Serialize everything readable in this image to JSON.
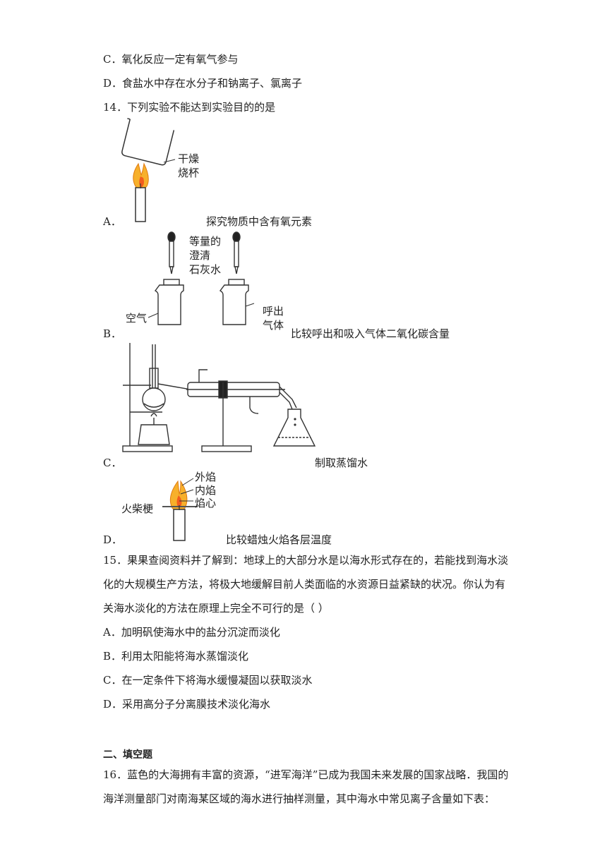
{
  "q13": {
    "option_c": "C．氧化反应一定有氧气参与",
    "option_d": "D．食盐水中存在水分子和钠离子、氯离子"
  },
  "q14": {
    "stem": "14．下列实验不能达到实验目的的是",
    "a": {
      "letter": "A．",
      "caption": "探究物质中含有氧元素",
      "label_line1": "干燥",
      "label_line2": "烧杯"
    },
    "b": {
      "letter": "B．",
      "caption": "比较呼出和吸入气体二氧化碳含量",
      "label_top1": "等量的",
      "label_top2": "澄清",
      "label_top3": "石灰水",
      "label_air": "空气",
      "label_exhale1": "呼出",
      "label_exhale2": "气体"
    },
    "c": {
      "letter": "C．",
      "caption": "制取蒸馏水"
    },
    "d": {
      "letter": "D．",
      "caption": "比较蜡烛火焰各层温度",
      "label_outer": "外焰",
      "label_inner": "内焰",
      "label_core": "焰心",
      "label_match": "火柴梗"
    }
  },
  "q15": {
    "stem_line1": "15．果果查阅资料并了解到：地球上的大部分水是以海水形式存在的，若能找到海水淡",
    "stem_line2": "化的大规模生产方法，将极大地缓解目前人类面临的水资源日益紧缺的状况。你认为有",
    "stem_line3": "关海水淡化的方法在原理上完全不可行的是（    ）",
    "option_a": "A．加明矾使海水中的盐分沉淀而淡化",
    "option_b": "B．利用太阳能将海水蒸馏淡化",
    "option_c": "C．在一定条件下将海水缓慢凝固以获取淡水",
    "option_d": "D．采用高分子分离膜技术淡化海水"
  },
  "section2": {
    "title": "二、填空题"
  },
  "q16": {
    "line1": "16．蓝色的大海拥有丰富的资源，“进军海洋”已成为我国未来发展的国家战略．我国的",
    "line2": "海洋测量部门对南海某区域的海水进行抽样测量，其中海水中常见离子含量如下表："
  }
}
